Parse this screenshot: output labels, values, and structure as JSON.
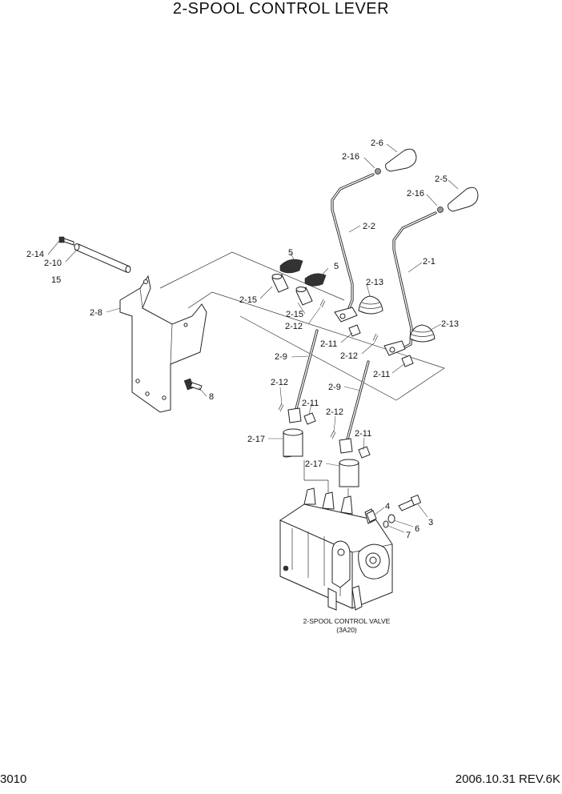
{
  "header": {
    "title": "2-SPOOL CONTROL LEVER"
  },
  "footer": {
    "page_number": "3010",
    "date_revision": "2006.10.31  REV.6K"
  },
  "caption": {
    "line1": "2-SPOOL CONTROL VALVE",
    "line2": "(3A20)"
  },
  "callouts": {
    "c_2_6": "2-6",
    "c_2_16a": "2-16",
    "c_2_5": "2-5",
    "c_2_16b": "2-16",
    "c_2_2": "2-2",
    "c_2_1": "2-1",
    "c_2_14": "2-14",
    "c_2_10": "2-10",
    "c_15": "15",
    "c_5a": "5",
    "c_5b": "5",
    "c_2_13a": "2-13",
    "c_2_13b": "2-13",
    "c_2_8": "2-8",
    "c_2_15a": "2-15",
    "c_2_15b": "2-15",
    "c_2_12a": "2-12",
    "c_2_11a": "2-11",
    "c_2_12b": "2-12",
    "c_2_11b": "2-11",
    "c_2_9a": "2-9",
    "c_2_9b": "2-9",
    "c_2_12c": "2-12",
    "c_2_11c": "2-11",
    "c_2_12d": "2-12",
    "c_2_11d": "2-11",
    "c_8": "8",
    "c_2_17a": "2-17",
    "c_2_17b": "2-17",
    "c_4": "4",
    "c_3": "3",
    "c_6": "6",
    "c_7": "7"
  }
}
